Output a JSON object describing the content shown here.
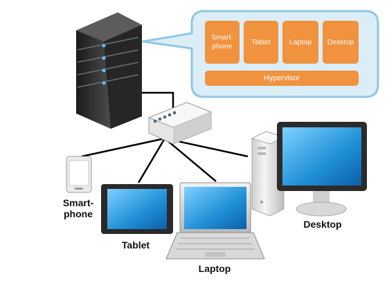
{
  "virtualization": {
    "vms": [
      {
        "line1": "Smart-",
        "line2": "phone"
      },
      {
        "line1": "Tablet",
        "line2": ""
      },
      {
        "line1": "Laptop",
        "line2": ""
      },
      {
        "line1": "Desktop",
        "line2": ""
      }
    ],
    "hypervisor": "Hypervisor"
  },
  "devices": {
    "smartphone": {
      "line1": "Smart-",
      "line2": "phone"
    },
    "tablet": "Tablet",
    "laptop": "Laptop",
    "desktop": "Desktop"
  },
  "colors": {
    "bubble_fill": "#dbeef7",
    "bubble_stroke": "#8fc7e3",
    "vm_fill": "#f0923e",
    "screen_blue": "#1e8fd6",
    "network_line": "#000000"
  }
}
